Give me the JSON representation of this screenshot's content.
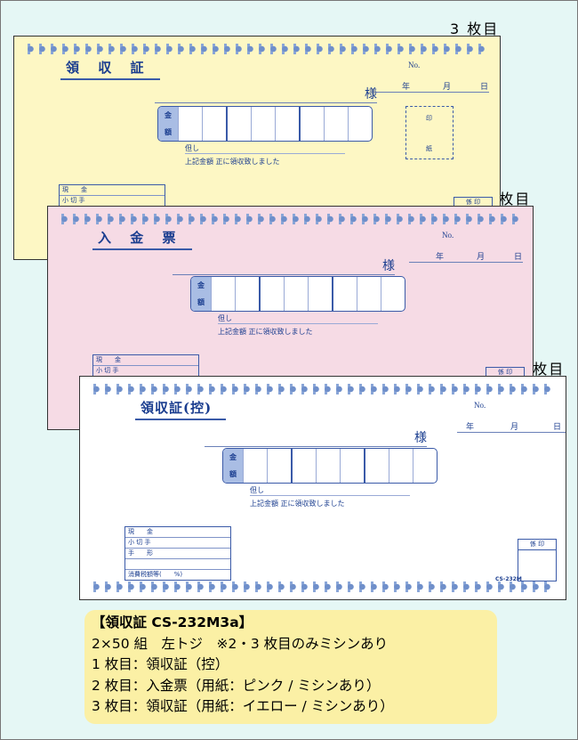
{
  "labels": {
    "sheet3": "3 枚目",
    "sheet2": "2 枚目",
    "sheet1": "1 枚目"
  },
  "sheet3": {
    "title": "領 収 証",
    "no": "No.",
    "year": "年",
    "month": "月",
    "day": "日",
    "sama": "様",
    "kin": "金",
    "gaku": "額",
    "tadashi": "但し",
    "ue": "上記金額 正に領収致しました",
    "stamp_in": "印",
    "stamp_shi": "紙",
    "pay": [
      "現　　金",
      "小 切 手"
    ],
    "kakari": "係 印"
  },
  "sheet2": {
    "title": "入 金 票",
    "no": "No.",
    "year": "年",
    "month": "月",
    "day": "日",
    "sama": "様",
    "kin": "金",
    "gaku": "額",
    "tadashi": "但し",
    "ue": "上記金額 正に領収致しました",
    "pay": [
      "現　　金",
      "小 切 手"
    ],
    "kakari": "係 印"
  },
  "sheet1": {
    "title": "領収証(控)",
    "no": "No.",
    "year": "年",
    "month": "月",
    "day": "日",
    "sama": "様",
    "kin": "金",
    "gaku": "額",
    "tadashi": "但し",
    "ue": "上記金額 正に領収致しました",
    "pay": [
      "現　　金",
      "小 切 手",
      "手　　形",
      "",
      "消費税額等(　　%)"
    ],
    "kakari": "係 印",
    "code": "CS-232M"
  },
  "info": {
    "heading": "【領収証 CS-232M3a】",
    "line1": "2×50 組　左トジ　※2・3 枚目のみミシンあり",
    "line2": "1 枚目：領収証（控）",
    "line3": "2 枚目：入金票（用紙：ピンク / ミシンあり）",
    "line4": "3 枚目：領収証（用紙：イエロー / ミシンあり）"
  }
}
